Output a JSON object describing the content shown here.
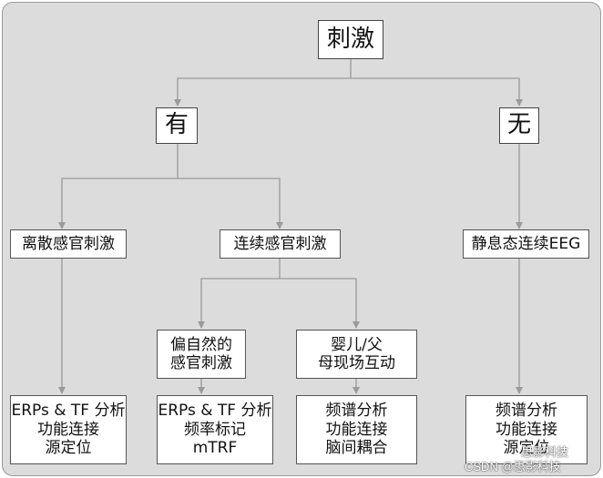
{
  "nodes": {
    "stimulus": "刺激",
    "yes": "有",
    "no": "无",
    "discrete": "离散感官刺激",
    "continuous": "连续感官刺激",
    "resting": "静息态连续EEG",
    "naturalistic": [
      "偏自然的",
      "感官刺激"
    ],
    "interaction": [
      "婴儿/父",
      "母现场互动"
    ],
    "discrete_methods": [
      "ERPs & TF 分析",
      "功能连接",
      "源定位"
    ],
    "naturalistic_methods": [
      "ERPs & TF 分析",
      "频率标记",
      "mTRF"
    ],
    "interaction_methods": [
      "频谱分析",
      "功能连接",
      "脑间耦合"
    ],
    "resting_methods": [
      "频谱分析",
      "功能连接",
      "源定位"
    ]
  },
  "watermark": {
    "line1": "思影科技",
    "line2": "CSDN @思影科技"
  }
}
